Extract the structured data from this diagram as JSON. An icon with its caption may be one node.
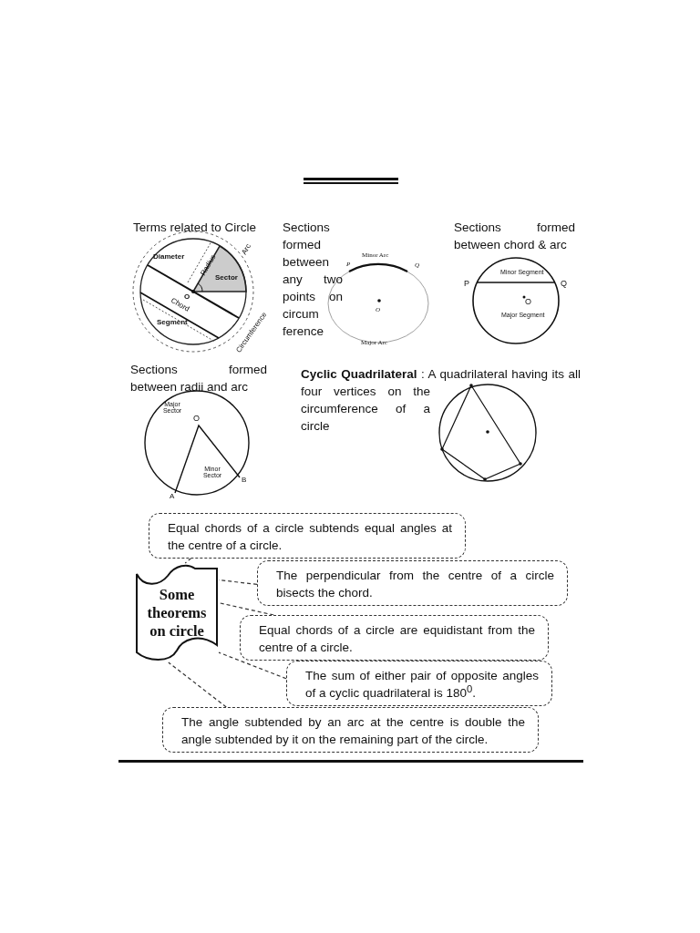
{
  "diagram": {
    "nodes": [
      {
        "text": [
          "Some theorems on circle"
        ]
      },
      {
        "text": [
          "Equal chords of a circle subtends equal angles at the centre of a circle."
        ]
      },
      {
        "text": [
          "The perpendicular from the centre of a circle bisects the chord."
        ]
      },
      {
        "text": [
          "Equal chords of a circle are equidistant from the centre of a circle."
        ]
      },
      {
        "text": [
          "The sum of either pair of opposite angles of a cyclic quadrilateral is 180$^{0}$."
        ]
      },
      {
        "text": [
          "The angle subtended by an arc at the centre is double the angle subtended by it on the remaining part of the circle."
        ]
      }
    ],
    "edges": [
      {
        "from": 1,
        "to": 0,
        "arrow": "none",
        "style": "dashed"
      },
      {
        "from": 2,
        "to": 0,
        "arrow": "none",
        "style": "dashed"
      },
      {
        "from": 3,
        "to": 0,
        "arrow": "none",
        "style": "dashed"
      },
      {
        "from": 4,
        "to": 0,
        "arrow": "none",
        "style": "dashed"
      },
      {
        "from": 5,
        "to": 0,
        "arrow": "none",
        "style": "dashed"
      }
    ],
    "labels": [
      "Terms related to Circle",
      "Diameter",
      "Radius",
      "Arc",
      "Sector",
      "O",
      "Chord",
      "Segment",
      "Circumference",
      "Sections formed between any two points on circum ference",
      "Minor Arc",
      "P",
      "Q",
      "O",
      "Major Arc",
      "Sections formed between chord & arc",
      "Minor Segment",
      "P",
      "Q",
      "O",
      "Major Segment",
      "Sections formed between radii and arc",
      "Major Sector",
      "O",
      "Minor Sector",
      "B",
      "A",
      "**Cyclic Quadrilateral** : A quadrilateral having its all four vertices on the circumference of a circle"
    ]
  }
}
